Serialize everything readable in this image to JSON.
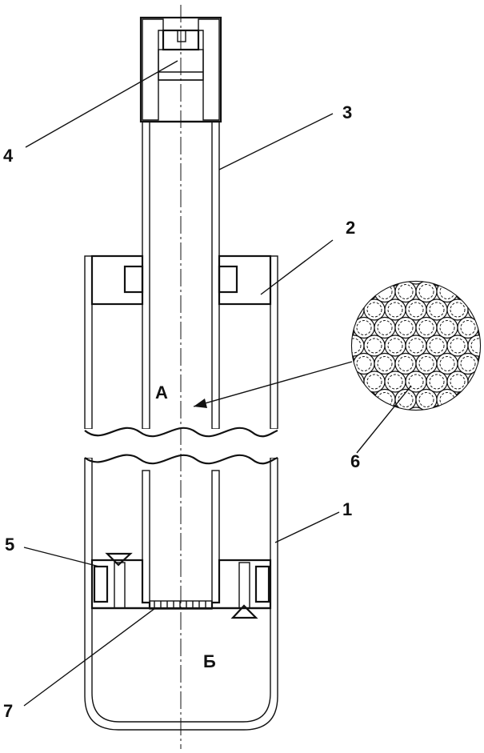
{
  "figure": {
    "title": "Technical cross-section drawing of a hydraulic damper",
    "labels": {
      "part_1": "1",
      "part_2": "2",
      "part_3": "3",
      "part_4": "4",
      "part_5": "5",
      "part_6": "6",
      "part_7": "7",
      "chamber_a": "А",
      "chamber_b": "Б"
    }
  },
  "colors": {
    "line": "#111111",
    "background": "#ffffff"
  }
}
